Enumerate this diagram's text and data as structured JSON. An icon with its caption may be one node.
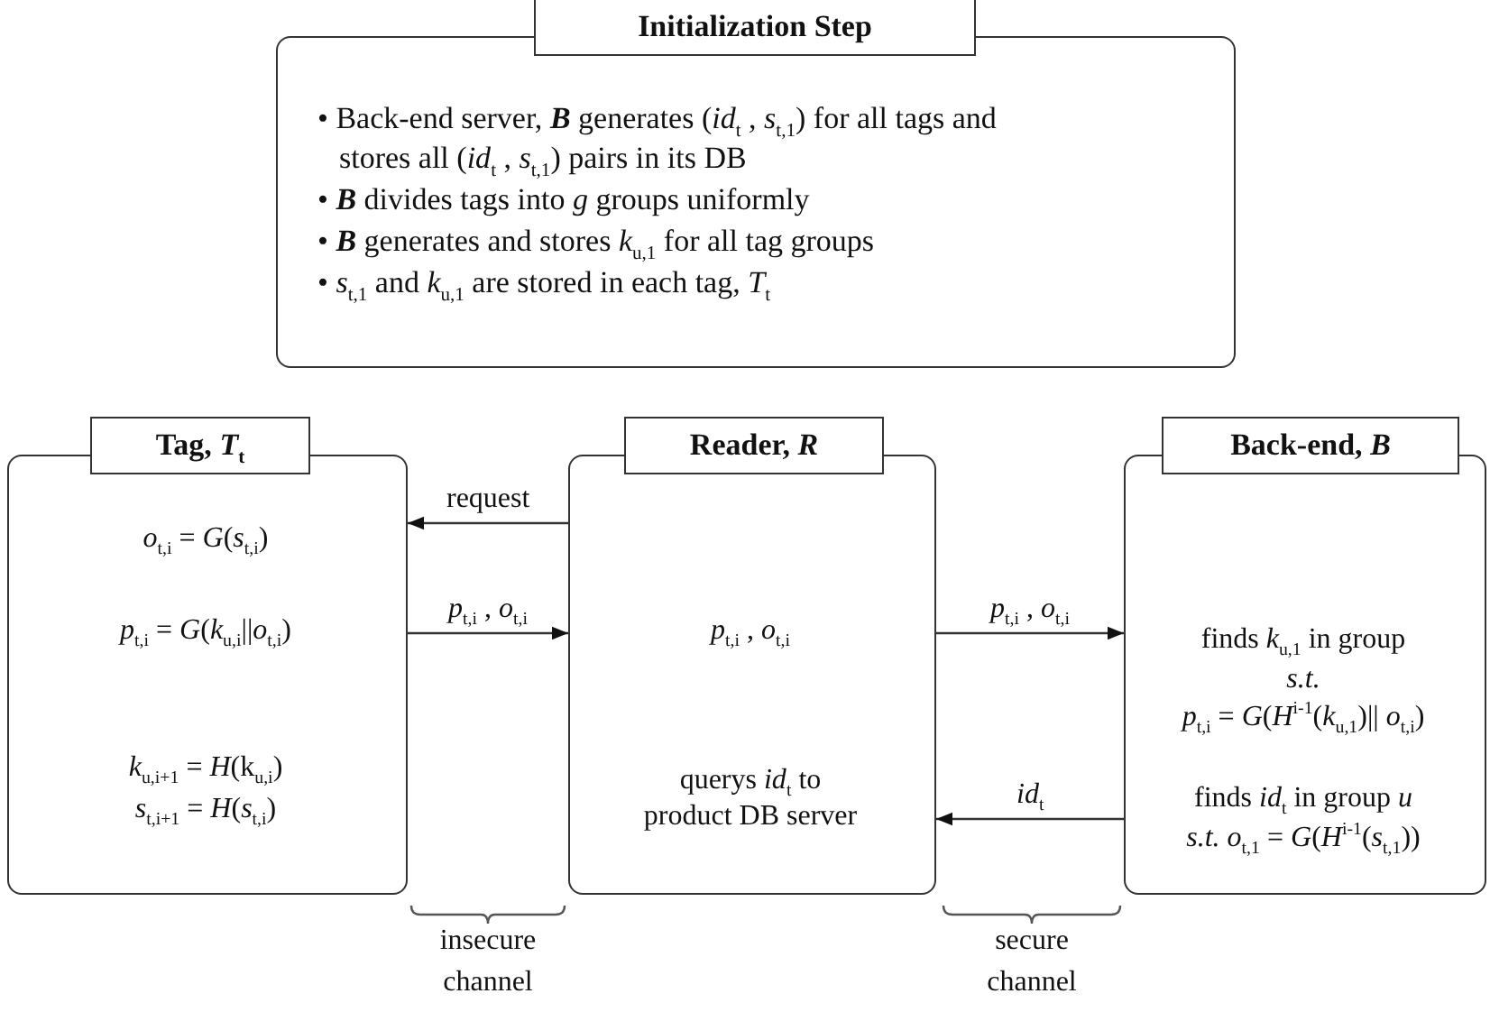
{
  "diagram": {
    "nodes": [
      {
        "text": [
          "Initialization Step",
          "• Back-end server, **B** generates (*id*$_{t}$ , *s*$_{t,1}$) for all tags and stores all (*id*$_{t}$ , *s*$_{t,1}$) pairs in its DB",
          "• **B** divides tags into *g* groups uniformly",
          "• **B** generates and stores *k*$_{u,1}$ for all tag groups",
          "• *s*$_{t,1}$ and *k*$_{u,1}$ are stored in each tag, *T*$_{t}$"
        ]
      },
      {
        "text": [
          "Tag, *T*$_{t}$",
          "*o*$_{t,i}$ = *G*(*s*$_{t,i}$)",
          "*p*$_{t,i}$ = *G*(*k*$_{u,i}$||*o*$_{t,i}$)",
          "*k*$_{u,i+1}$ = *H*(k$_{u,i}$)",
          "*s*$_{t,i+1}$ = *H*(*s*$_{t,i}$)"
        ]
      },
      {
        "text": [
          "Reader, *R*",
          "*p*$_{t,i}$ , *o*$_{t,i}$",
          "querys *id*$_{t}$ to product DB server"
        ]
      },
      {
        "text": [
          "Back-end, *B*",
          "finds *k*$_{u,1}$ in group",
          "*s.t.*",
          "*p*$_{t,i}$ = *G*(*H*$^{i-1}$(*k*$_{u,1}$)|| *o*$_{t,i}$)",
          "finds *id*$_{t}$ in group *u*",
          "*s.t.* *o*$_{t,1}$ = *G*(*H*$^{i-1}$(*s*$_{t,1}$))"
        ]
      }
    ],
    "edges": [
      {
        "from": 2,
        "to": 1,
        "arrow": "to",
        "label": "request"
      },
      {
        "from": 1,
        "to": 2,
        "arrow": "to",
        "label": "*p*$_{t,i}$ , *o*$_{t,i}$"
      },
      {
        "from": 2,
        "to": 3,
        "arrow": "to",
        "label": "*p*$_{t,i}$ , *o*$_{t,i}$"
      },
      {
        "from": 3,
        "to": 2,
        "arrow": "to",
        "label": "*id*$_{t}$"
      }
    ],
    "labels": [
      "insecure channel",
      "secure channel"
    ]
  }
}
